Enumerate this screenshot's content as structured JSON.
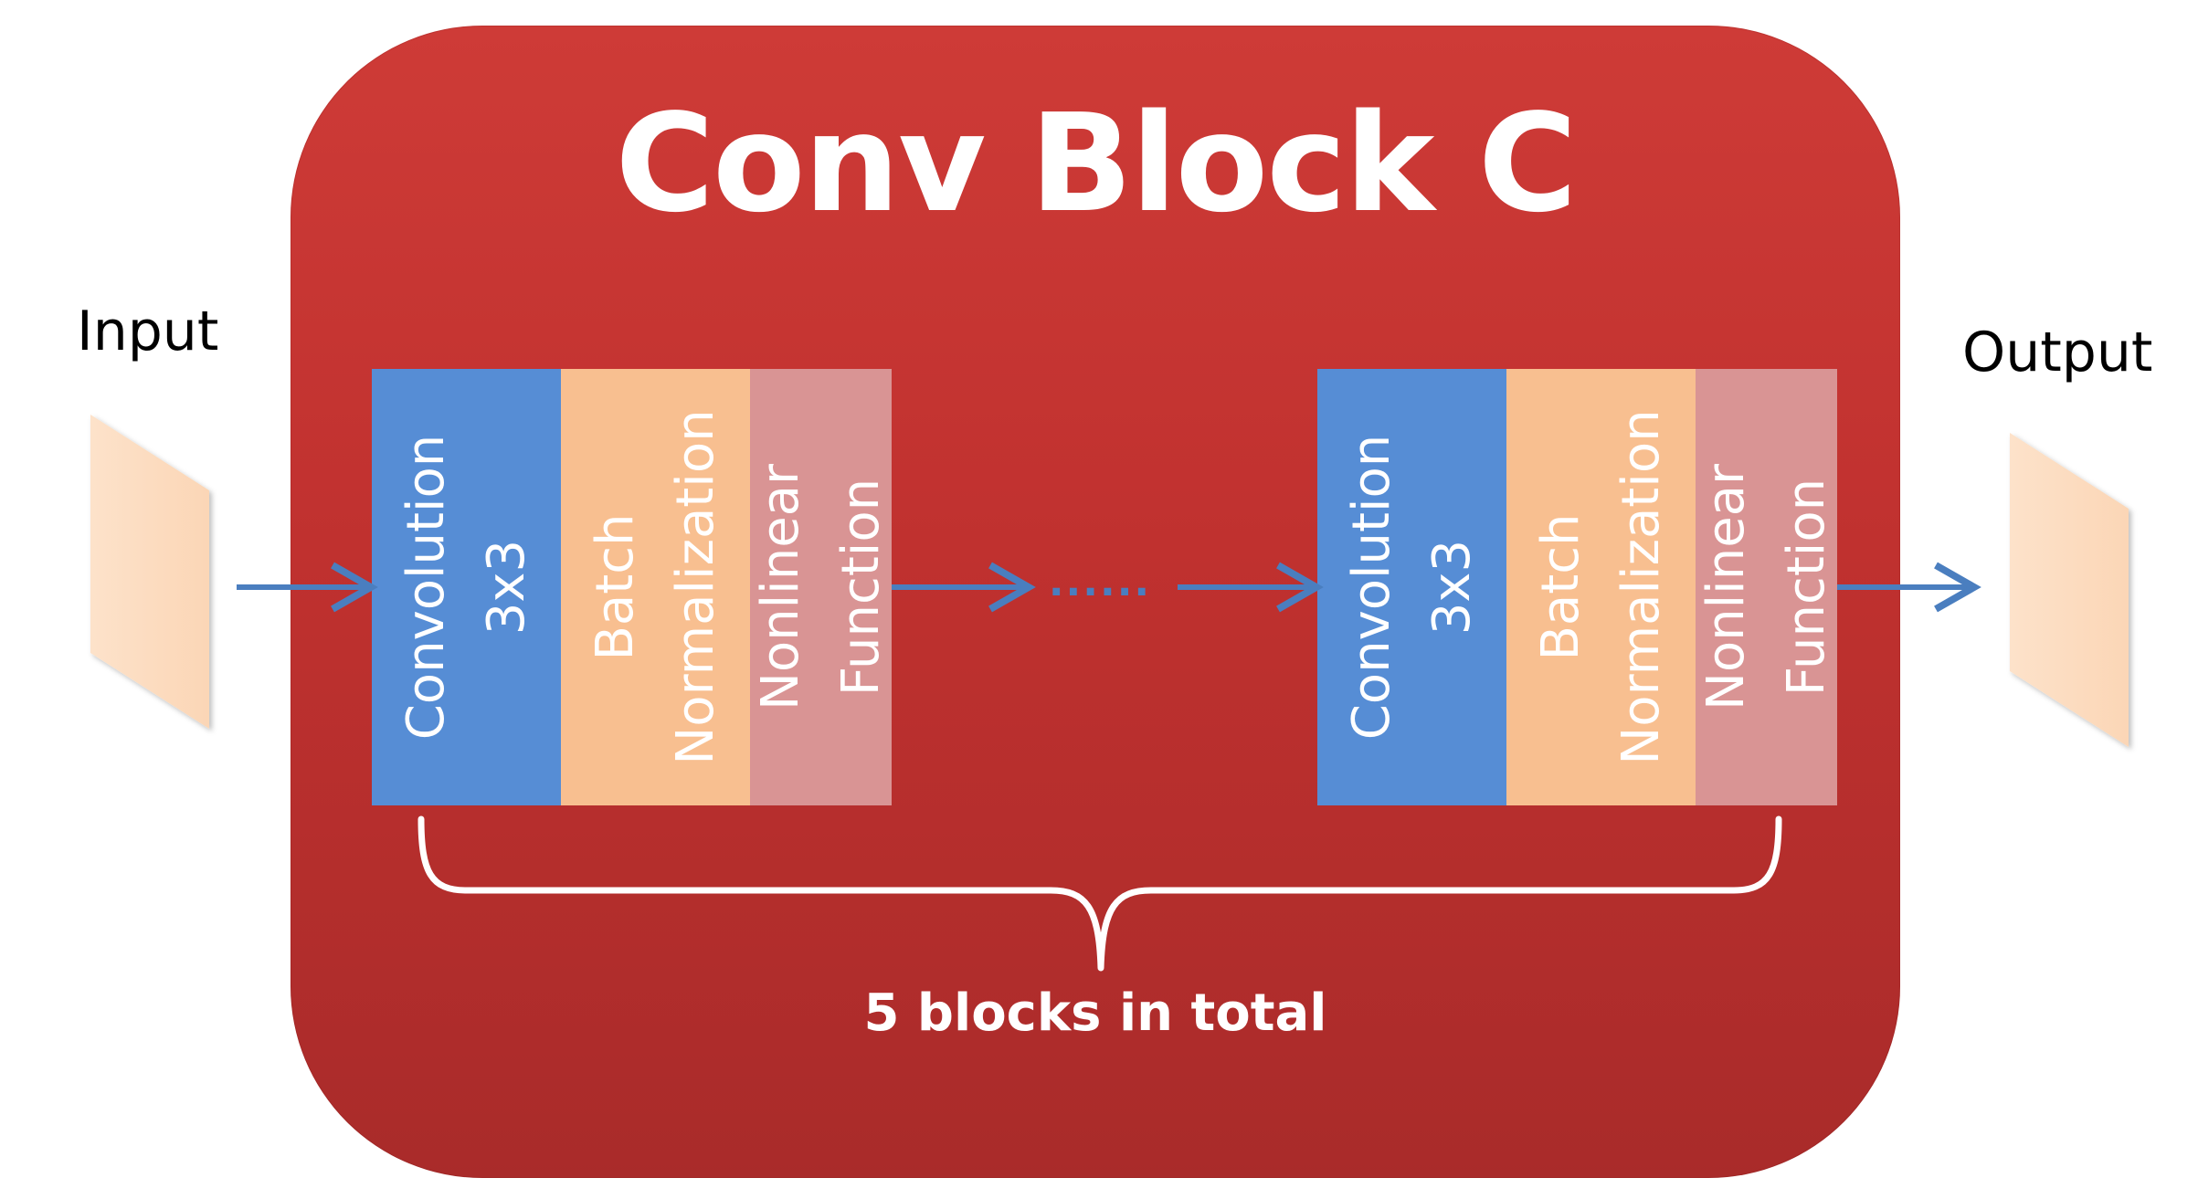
{
  "title": "Conv Block C",
  "input_label": "Input",
  "output_label": "Output",
  "ellipsis": "......",
  "caption": "5 blocks in total",
  "blocks": [
    {
      "convolution": [
        "Convolution",
        "3x3"
      ],
      "batch_norm": [
        "Batch",
        "Normalization"
      ],
      "nonlinear": [
        "Nonlinear",
        "Function"
      ]
    },
    {
      "convolution": [
        "Convolution",
        "3x3"
      ],
      "batch_norm": [
        "Batch",
        "Normalization"
      ],
      "nonlinear": [
        "Nonlinear",
        "Function"
      ]
    }
  ],
  "colors": {
    "block_background": "#c0312f",
    "convolution": "#568dd5",
    "batch_norm": "#f8bf90",
    "nonlinear": "#d99494",
    "feature_map": "#fddcc0",
    "arrow": "#4a7ebf",
    "text_light": "#ffffff",
    "text_dark": "#000000"
  }
}
